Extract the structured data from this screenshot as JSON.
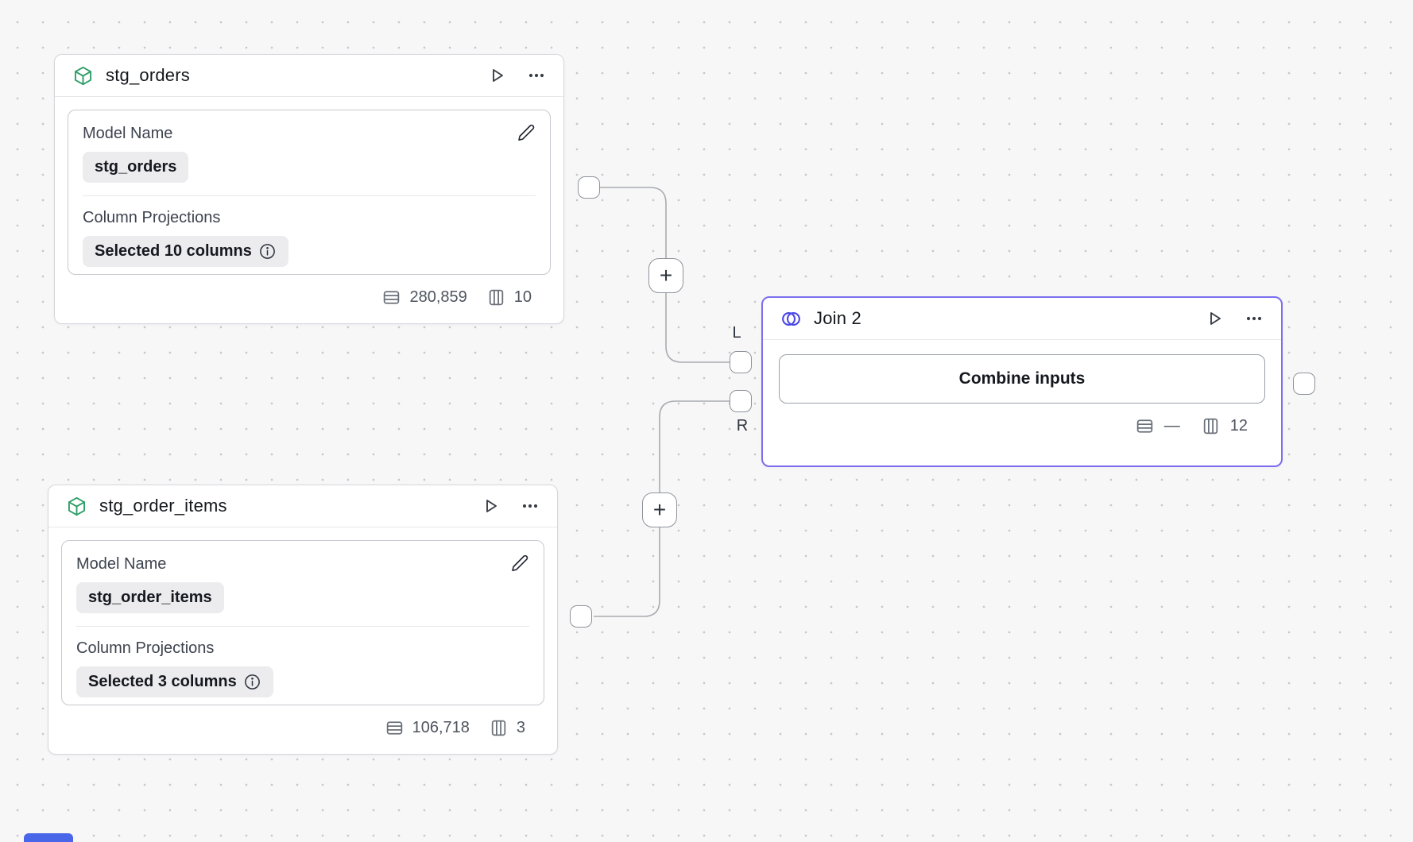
{
  "canvas": {
    "background_color": "#f7f7f8",
    "dot_color": "#c7c8cc"
  },
  "colors": {
    "model_icon_green": "#2f9e68",
    "join_accent": "#7b6ff0",
    "join_icon_indigo": "#4b48e6"
  },
  "nodes": {
    "stg_orders": {
      "title": "stg_orders",
      "model_name_label": "Model Name",
      "model_name_value": "stg_orders",
      "column_projections_label": "Column Projections",
      "column_projections_value": "Selected 10 columns",
      "stats": {
        "rows": "280,859",
        "columns": "10"
      }
    },
    "stg_order_items": {
      "title": "stg_order_items",
      "model_name_label": "Model Name",
      "model_name_value": "stg_order_items",
      "column_projections_label": "Column Projections",
      "column_projections_value": "Selected 3 columns",
      "stats": {
        "rows": "106,718",
        "columns": "3"
      }
    },
    "join": {
      "title": "Join 2",
      "combine_button_label": "Combine inputs",
      "stats": {
        "rows": "—",
        "columns": "12"
      }
    }
  },
  "connectors": {
    "plus_label": "+",
    "left_port_label": "L",
    "right_port_label": "R"
  }
}
